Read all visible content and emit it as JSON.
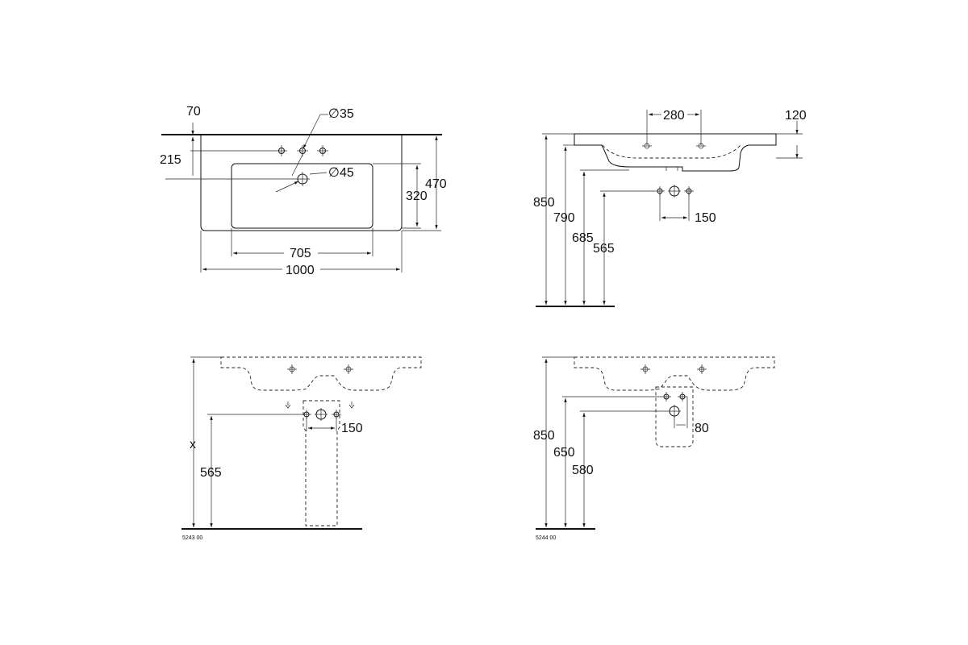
{
  "views": {
    "top": {
      "dims": {
        "d70": "70",
        "d215": "215",
        "d35": "∅35",
        "d45": "∅45",
        "d320": "320",
        "d470": "470",
        "d705": "705",
        "d1000": "1000"
      }
    },
    "side": {
      "dims": {
        "d280": "280",
        "d120": "120",
        "d850": "850",
        "d790": "790",
        "d685": "685",
        "d565": "565",
        "d150": "150"
      }
    },
    "pedestal": {
      "dims": {
        "dx": "x",
        "d565": "565",
        "d150": "150"
      },
      "code": "5243 00"
    },
    "semi_pedestal": {
      "dims": {
        "d850": "850",
        "d650": "650",
        "d580": "580",
        "d80": "80"
      },
      "code": "5244 00"
    }
  }
}
